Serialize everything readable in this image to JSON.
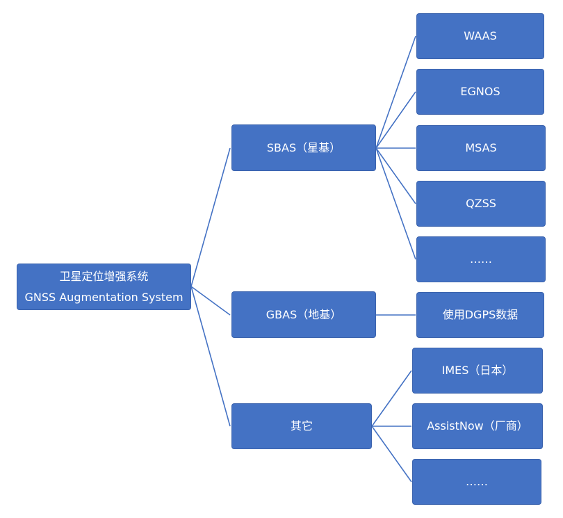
{
  "colors": {
    "node_fill": "#4472c4",
    "connector": "#4472c4",
    "text": "#ffffff"
  },
  "root": {
    "line1": "卫星定位增强系统",
    "line2": "GNSS Augmentation System"
  },
  "level1": {
    "sbas": "SBAS（星基）",
    "gbas": "GBAS（地基）",
    "other": "其它"
  },
  "sbas_children": [
    "WAAS",
    "EGNOS",
    "MSAS",
    "QZSS",
    "……"
  ],
  "gbas_children": [
    "使用DGPS数据"
  ],
  "other_children": [
    "IMES（日本）",
    "AssistNow（厂商）",
    "……"
  ]
}
